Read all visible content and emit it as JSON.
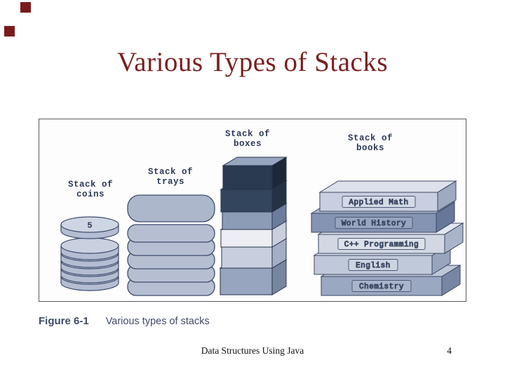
{
  "slide": {
    "title": "Various Types of Stacks",
    "footer": "Data Structures Using Java",
    "page_number": "4",
    "accent_color": "#7b1b1b"
  },
  "caption": {
    "figure_label": "Figure 6-1",
    "figure_text": "Various types of stacks"
  },
  "figure": {
    "labels": {
      "coins": [
        "Stack of",
        "coins"
      ],
      "trays": [
        "Stack of",
        "trays"
      ],
      "boxes": [
        "Stack of",
        "boxes"
      ],
      "books": [
        "Stack of",
        "books"
      ]
    },
    "coin_top_value": "5",
    "book_titles": [
      "Applied Math",
      "World History",
      "C++ Programming",
      "English",
      "Chemistry"
    ]
  }
}
